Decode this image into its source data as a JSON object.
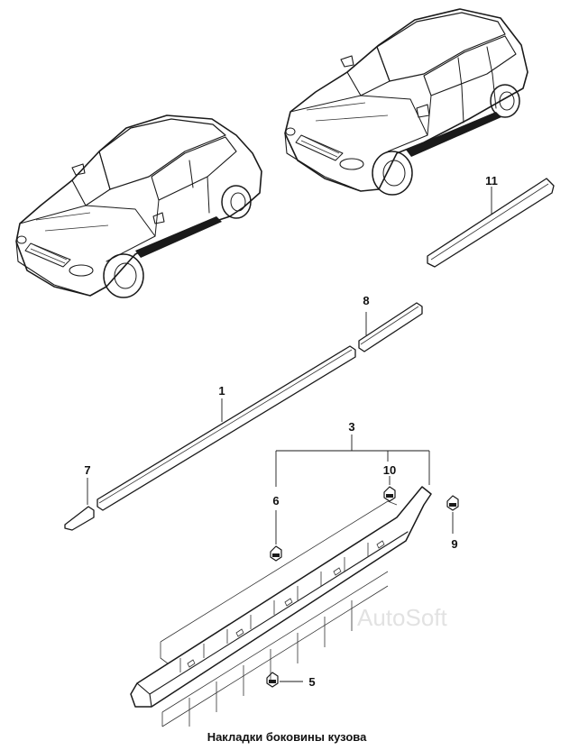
{
  "diagram": {
    "caption": "Накладки боковины кузова",
    "watermark": "AutoSoft",
    "callouts": [
      {
        "id": "1",
        "label": "1"
      },
      {
        "id": "3",
        "label": "3"
      },
      {
        "id": "5",
        "label": "5"
      },
      {
        "id": "6",
        "label": "6"
      },
      {
        "id": "7",
        "label": "7"
      },
      {
        "id": "8",
        "label": "8"
      },
      {
        "id": "9",
        "label": "9"
      },
      {
        "id": "10",
        "label": "10"
      },
      {
        "id": "11",
        "label": "11"
      }
    ]
  }
}
